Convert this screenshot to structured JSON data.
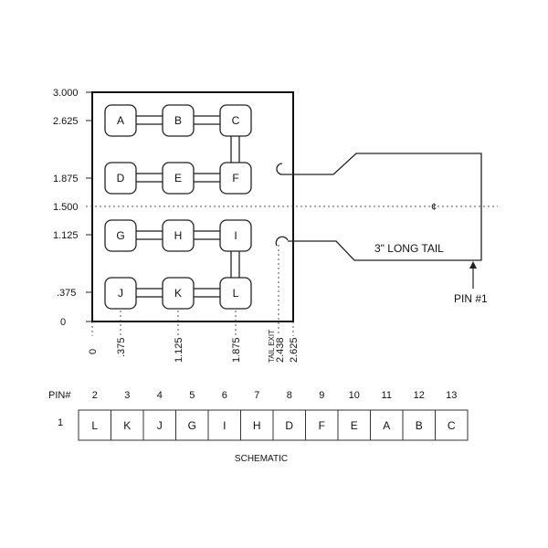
{
  "y_axis_labels": [
    "3.000",
    "2.625",
    "1.875",
    "1.500",
    "1.125",
    ".375",
    "0"
  ],
  "x_axis_labels": [
    "0",
    ".375",
    "1.125",
    "1.875",
    "2.438",
    "2.625"
  ],
  "tail_exit_label": "TAIL EXIT",
  "keys": [
    {
      "id": "A",
      "label": "A"
    },
    {
      "id": "B",
      "label": "B"
    },
    {
      "id": "C",
      "label": "C"
    },
    {
      "id": "D",
      "label": "D"
    },
    {
      "id": "E",
      "label": "E"
    },
    {
      "id": "F",
      "label": "F"
    },
    {
      "id": "G",
      "label": "G"
    },
    {
      "id": "H",
      "label": "H"
    },
    {
      "id": "I",
      "label": "I"
    },
    {
      "id": "J",
      "label": "J"
    },
    {
      "id": "K",
      "label": "K"
    },
    {
      "id": "L",
      "label": "L"
    }
  ],
  "centerline_symbol": "¢",
  "tail_label": "3\" LONG TAIL",
  "pin1_label": "PIN #1",
  "schematic": {
    "pin_header": "PIN#",
    "pin_numbers": [
      "2",
      "3",
      "4",
      "5",
      "6",
      "7",
      "8",
      "9",
      "10",
      "11",
      "12",
      "13"
    ],
    "common_pin": "1",
    "cells": [
      "L",
      "K",
      "J",
      "G",
      "I",
      "H",
      "D",
      "F",
      "E",
      "A",
      "B",
      "C"
    ],
    "title": "SCHEMATIC"
  }
}
